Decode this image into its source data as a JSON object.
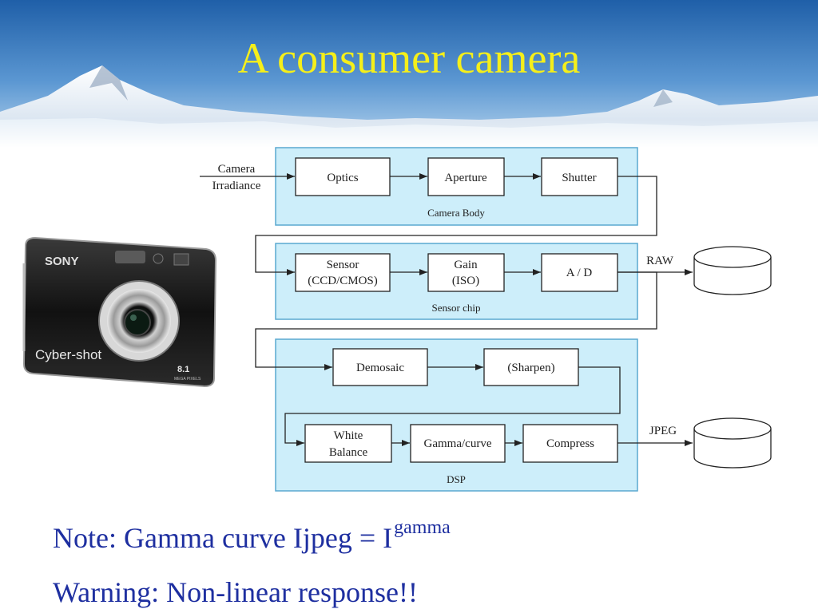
{
  "title": "A consumer camera",
  "camera_photo": {
    "brand": "SONY",
    "model": "Cyber-shot",
    "megapixels": "8.1",
    "mp_label": "MEGA PIXELS"
  },
  "diagram": {
    "input_label_1": "Camera",
    "input_label_2": "Irradiance",
    "groups": {
      "camera_body": "Camera Body",
      "sensor_chip": "Sensor chip",
      "dsp": "DSP"
    },
    "blocks": {
      "optics": "Optics",
      "aperture": "Aperture",
      "shutter": "Shutter",
      "sensor_1": "Sensor",
      "sensor_2": "(CCD/CMOS)",
      "gain_1": "Gain",
      "gain_2": "(ISO)",
      "ad": "A / D",
      "demosaic": "Demosaic",
      "sharpen": "(Sharpen)",
      "white_balance_1": "White",
      "white_balance_2": "Balance",
      "gamma": "Gamma/curve",
      "compress": "Compress"
    },
    "outputs": {
      "raw": "RAW",
      "jpeg": "JPEG"
    }
  },
  "note": {
    "text": "Note: Gamma curve  Ijpeg = I",
    "superscript": "gamma"
  },
  "warning": "Warning: Non-linear response!!",
  "colors": {
    "title": "#f5ef1a",
    "note": "#1e2fa0",
    "group_fill": "#cdeefa",
    "group_stroke": "#5aa8d0"
  }
}
